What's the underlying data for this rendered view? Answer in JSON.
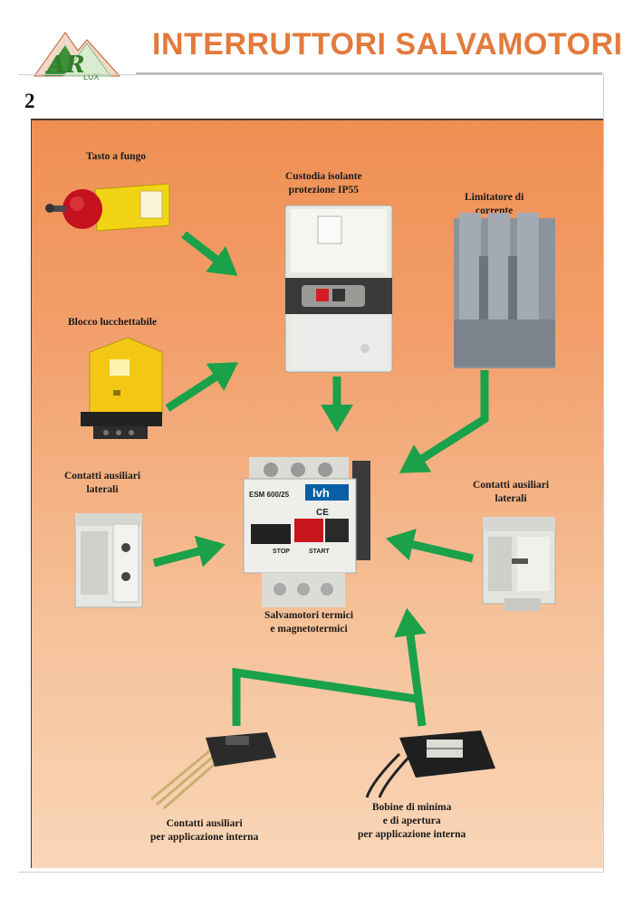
{
  "header": {
    "title": "INTERRUTTORI SALVAMOTORI",
    "logo_text": "LUX",
    "logo_letters": "AR",
    "page_number": "2"
  },
  "colors": {
    "title": "#e37a3c",
    "arrow": "#1aa14a",
    "panel_top": "#ef8f53",
    "panel_bottom": "#f9d6b8"
  },
  "labels": {
    "tasto_fungo": "Tasto a fungo",
    "custodia_l1": "Custodia isolante",
    "custodia_l2": "protezione IP55",
    "limitatore_l1": "Limitatore di",
    "limitatore_l2": "corrente",
    "blocco": "Blocco lucchettabile",
    "contatti_left_l1": "Contatti ausiliari",
    "contatti_left_l2": "laterali",
    "contatti_right_l1": "Contatti ausiliari",
    "contatti_right_l2": "laterali",
    "salvamotori_l1": "Salvamotori termici",
    "salvamotori_l2": "e magnetotermici",
    "interni_l1": "Contatti ausiliari",
    "interni_l2": "per applicazione interna",
    "bobine_l1": "Bobine di minima",
    "bobine_l2": "e di apertura",
    "bobine_l3": "per applicazione interna"
  },
  "device": {
    "model": "ESM 600/25",
    "brand": "lvh",
    "ce_mark": "CE",
    "stop_label": "STOP",
    "start_label": "START"
  }
}
